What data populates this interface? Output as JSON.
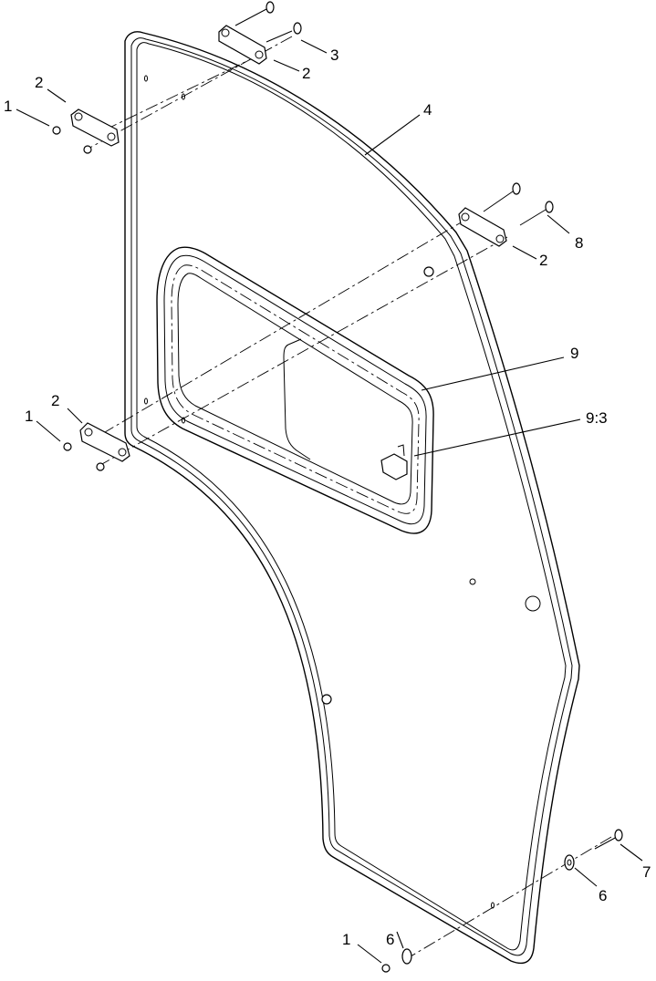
{
  "callouts": [
    {
      "id": "c1a",
      "label": "1"
    },
    {
      "id": "c2a",
      "label": "2"
    },
    {
      "id": "c2b",
      "label": "2"
    },
    {
      "id": "c3",
      "label": "3"
    },
    {
      "id": "c4",
      "label": "4"
    },
    {
      "id": "c8",
      "label": "8"
    },
    {
      "id": "c2c",
      "label": "2"
    },
    {
      "id": "c9",
      "label": "9"
    },
    {
      "id": "c1b",
      "label": "1"
    },
    {
      "id": "c2d",
      "label": "2"
    },
    {
      "id": "c93",
      "label": "9:3"
    },
    {
      "id": "c7",
      "label": "7"
    },
    {
      "id": "c6a",
      "label": "6"
    },
    {
      "id": "c6b",
      "label": "6"
    },
    {
      "id": "c1c",
      "label": "1"
    }
  ],
  "colors": {
    "line": "#000000",
    "background": "#ffffff"
  }
}
